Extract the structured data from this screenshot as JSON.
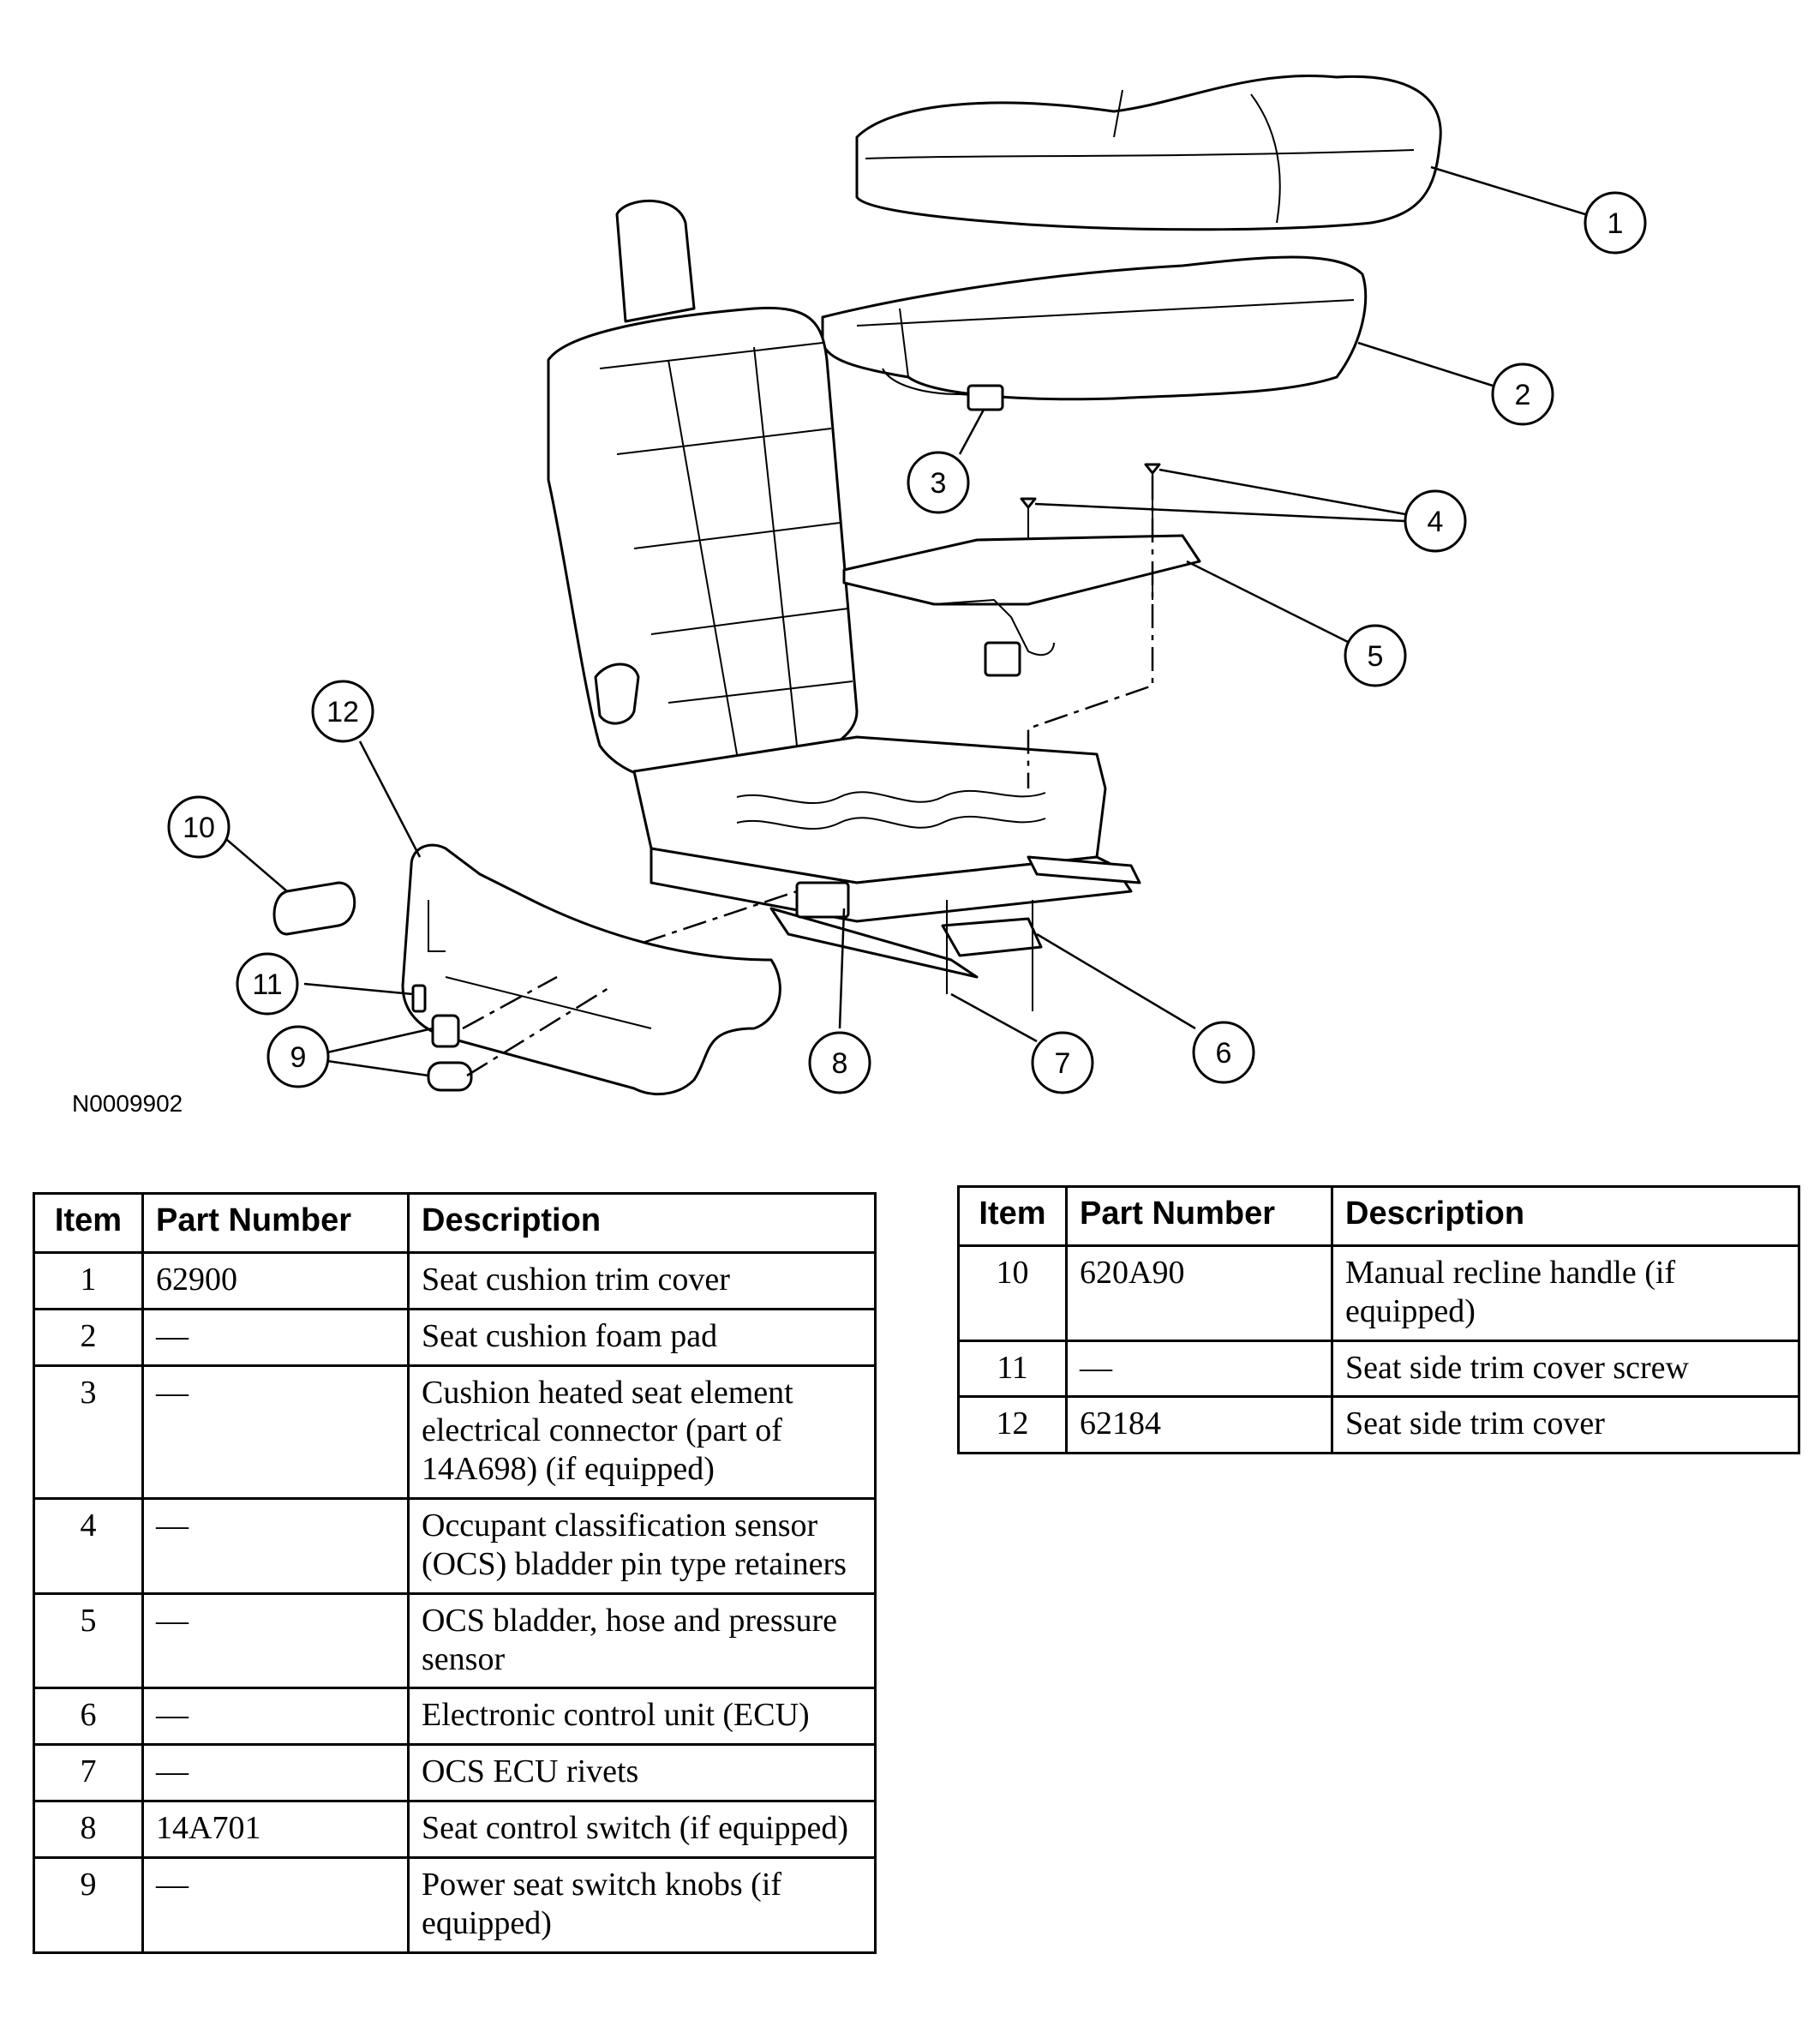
{
  "figure_id": "N0009902",
  "callouts": [
    "1",
    "2",
    "3",
    "4",
    "5",
    "6",
    "7",
    "8",
    "9",
    "10",
    "11",
    "12"
  ],
  "table_headers": {
    "item": "Item",
    "part_number": "Part Number",
    "description": "Description"
  },
  "legend_left": [
    {
      "item": "1",
      "part": "62900",
      "desc": "Seat cushion trim cover"
    },
    {
      "item": "2",
      "part": "—",
      "desc": "Seat cushion foam pad"
    },
    {
      "item": "3",
      "part": "—",
      "desc": "Cushion heated seat element electrical connector (part of 14A698) (if equipped)"
    },
    {
      "item": "4",
      "part": "—",
      "desc": "Occupant classification sensor (OCS) bladder pin type retainers"
    },
    {
      "item": "5",
      "part": "—",
      "desc": "OCS bladder, hose and pressure sensor"
    },
    {
      "item": "6",
      "part": "—",
      "desc": "Electronic control unit (ECU)"
    },
    {
      "item": "7",
      "part": "—",
      "desc": "OCS ECU rivets"
    },
    {
      "item": "8",
      "part": "14A701",
      "desc": "Seat control switch (if equipped)"
    },
    {
      "item": "9",
      "part": "—",
      "desc": "Power seat switch knobs (if equipped)"
    }
  ],
  "legend_right": [
    {
      "item": "10",
      "part": "620A90",
      "desc": "Manual recline handle (if equipped)"
    },
    {
      "item": "11",
      "part": "—",
      "desc": "Seat side trim cover screw"
    },
    {
      "item": "12",
      "part": "62184",
      "desc": "Seat side trim cover"
    }
  ]
}
